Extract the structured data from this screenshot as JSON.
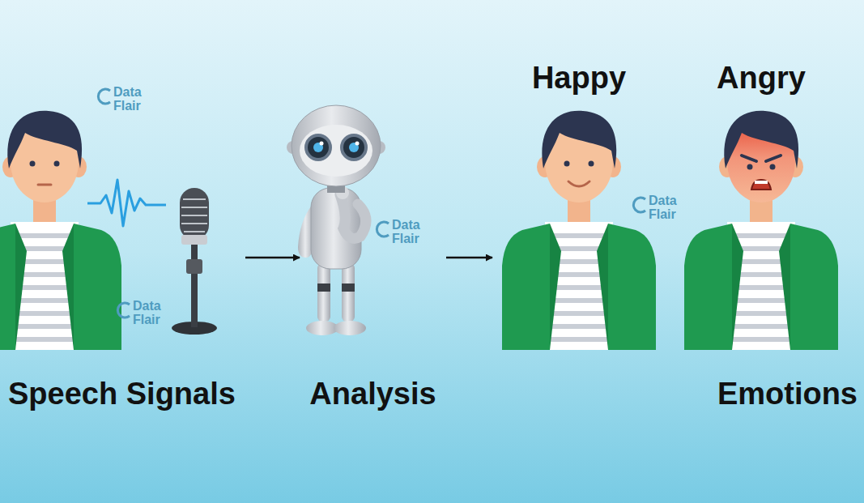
{
  "diagram": {
    "nodes": [
      {
        "text": [
          "Speech Signals"
        ]
      },
      {
        "text": [
          "Analysis"
        ]
      },
      {
        "text": [
          "Emotions"
        ]
      },
      {
        "text": [
          "Happy"
        ],
        "in": 2
      },
      {
        "text": [
          "Angry"
        ],
        "in": 2
      }
    ],
    "edges": [
      {
        "from": 0,
        "to": 1,
        "arrow": "to"
      },
      {
        "from": 1,
        "to": 2,
        "arrow": "to"
      }
    ],
    "labels": [
      "Data Flair",
      "Data Flair",
      "Data Flair",
      "Data Flair"
    ]
  }
}
